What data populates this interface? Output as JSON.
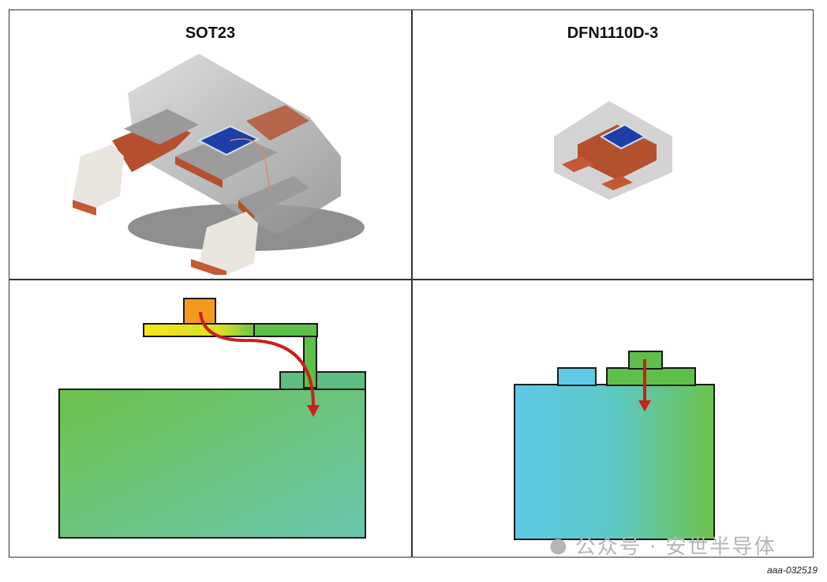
{
  "figure": {
    "columns": [
      {
        "title": "SOT23"
      },
      {
        "title": "DFN1110D-3"
      }
    ],
    "rows": [
      {
        "name": "3d-package-view"
      },
      {
        "name": "thermal-cross-section"
      }
    ],
    "caption": "aaa-032519",
    "watermark": {
      "icon": "wechat-icon",
      "text": "公众号 · 安世半导体"
    },
    "colors": {
      "die": "#1e3fa8",
      "copper": "#b5502e",
      "mold": "#9a9a9a",
      "hot": "#f39a1e",
      "warm": "#f4e21c",
      "mid": "#5cbc45",
      "cool": "#5ec9e6",
      "arrow": "#c9201e"
    }
  }
}
